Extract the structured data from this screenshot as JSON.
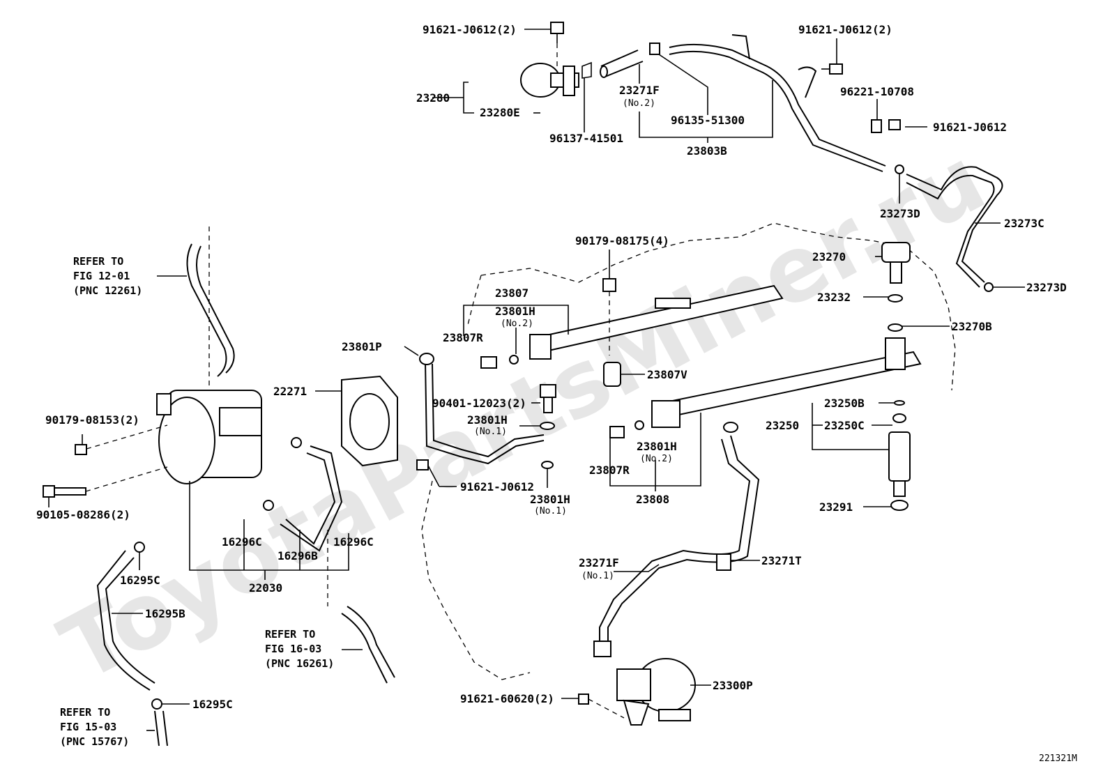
{
  "watermark": "ToyotaPartsMiner.ru",
  "diagram_code": "221321M",
  "references": [
    {
      "lines": [
        "REFER TO",
        "FIG 12-01",
        "(PNC 12261)"
      ]
    },
    {
      "lines": [
        "REFER TO",
        "FIG 16-03",
        "(PNC 16261)"
      ]
    },
    {
      "lines": [
        "REFER TO",
        "FIG 15-03",
        "(PNC 15767)"
      ]
    }
  ],
  "parts": {
    "p91621_J0612_2a": "91621-J0612(2)",
    "p91621_J0612_2b": "91621-J0612(2)",
    "p23280": "23280",
    "p23280E": "23280E",
    "p96137_41501": "96137-41501",
    "p23271F_no2": "23271F",
    "no2_a": "(No.2)",
    "p96135_51300": "96135-51300",
    "p23803B": "23803B",
    "p96221_10708": "96221-10708",
    "p91621_J0612_c": "91621-J0612",
    "p23273D_a": "23273D",
    "p23273C": "23273C",
    "p23270": "23270",
    "p23273D_b": "23273D",
    "p23232": "23232",
    "p23270B": "23270B",
    "p90179_08175": "90179-08175(4)",
    "p23807": "23807",
    "p23801H_a": "23801H",
    "no2_b": "(No.2)",
    "p23807R_a": "23807R",
    "p23807V": "23807V",
    "p23801P": "23801P",
    "p22271": "22271",
    "p90401_12023": "90401-12023(2)",
    "p23801H_b": "23801H",
    "no1_a": "(No.1)",
    "p91621_J0612_d": "91621-J0612",
    "p23801H_c": "23801H",
    "no1_b": "(No.1)",
    "p90179_08153": "90179-08153(2)",
    "p90105_08286": "90105-08286(2)",
    "p16296C_a": "16296C",
    "p16296B": "16296B",
    "p16296C_b": "16296C",
    "p22030": "22030",
    "p16295C_a": "16295C",
    "p16295B": "16295B",
    "p16295C_b": "16295C",
    "p23801H_d": "23801H",
    "no2_c": "(No.2)",
    "p23807R_b": "23807R",
    "p23808": "23808",
    "p23250B": "23250B",
    "p23250": "23250",
    "p23250C": "23250C",
    "p23291": "23291",
    "p23271F_no1": "23271F",
    "no1_c": "(No.1)",
    "p23271T": "23271T",
    "p91621_60620": "91621-60620(2)",
    "p23300P": "23300P"
  }
}
